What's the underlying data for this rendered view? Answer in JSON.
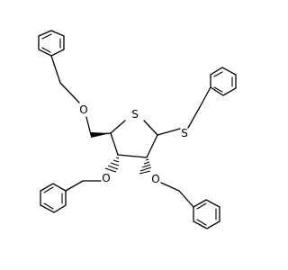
{
  "molecule": {
    "atoms": {
      "ring_sulfur": "S",
      "thio_sulfur": "S",
      "o_c5": "O",
      "o_c4": "O",
      "o_c3": "O"
    },
    "colors": {
      "bond": "#000000",
      "background": "#ffffff"
    }
  }
}
